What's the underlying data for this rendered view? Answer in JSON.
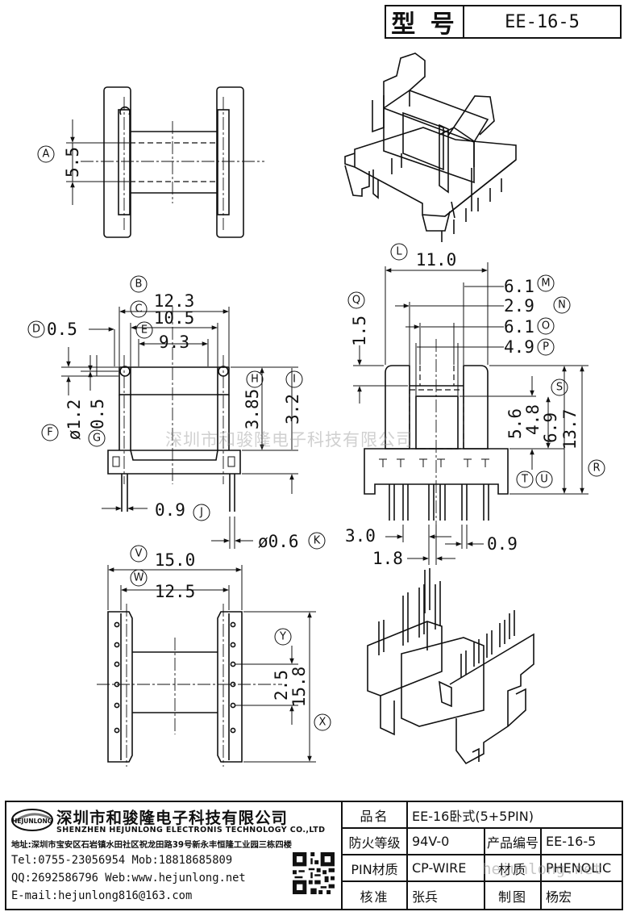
{
  "header": {
    "label": "型 号",
    "model": "EE-16-5"
  },
  "dimensions": {
    "a": "5.5",
    "b": "12.3",
    "c": "10.5",
    "d": "0.5",
    "e": "9.3",
    "f": "ø1.2",
    "g": "0.5",
    "h": "3.85",
    "i": "3.2",
    "j": "0.9",
    "k": "ø0.6",
    "l": "11.0",
    "m": "6.1",
    "n": "2.9",
    "o": "6.1",
    "p": "4.9",
    "q": "1.5",
    "s": "4.8",
    "t": "5.6",
    "u": "6.9",
    "r": "13.7",
    "pin_a": "3.0",
    "pin_b": "1.8",
    "pin_c": "0.9",
    "v": "15.0",
    "w": "12.5",
    "y": "2.5",
    "x": "15.8"
  },
  "callouts": [
    "A",
    "B",
    "C",
    "D",
    "E",
    "F",
    "G",
    "H",
    "I",
    "J",
    "K",
    "L",
    "M",
    "N",
    "O",
    "P",
    "Q",
    "R",
    "S",
    "T",
    "U",
    "V",
    "W",
    "X",
    "Y"
  ],
  "watermark": "深圳市和骏隆电子科技有限公司",
  "watermark_url": "hejunlong.net",
  "company": {
    "logo_text": "HEJUNLONG",
    "name_cn": "深圳市和骏隆电子科技有限公司",
    "name_en": "SHENZHEN HEJUNLONG ELECTRONIS TECHNOLOGY CO.,LTD",
    "address": "地址:深圳市宝安区石岩镇水田社区祝龙田路39号新永丰恒隆工业园三栋四楼",
    "tel": "Tel:0755-23056954",
    "mob": "Mob:18818685809",
    "qq": "QQ:2692586796",
    "web": "Web:www.hejunlong.net",
    "email": "E-mail:hejunlong816@163.com"
  },
  "table": {
    "product_name_label": "品名",
    "product_name": "EE-16卧式(5+5PIN)",
    "fire_rating_label": "防火等级",
    "fire_rating": "94V-0",
    "product_code_label": "产品编号",
    "product_code": "EE-16-5",
    "pin_material_label": "PIN材质",
    "pin_material": "CP-WIRE",
    "material_label": "材质",
    "material": "PHENOLIC",
    "reviewer_label": "核准",
    "reviewer": "张兵",
    "drafter_label": "制图",
    "drafter": "杨宏"
  }
}
